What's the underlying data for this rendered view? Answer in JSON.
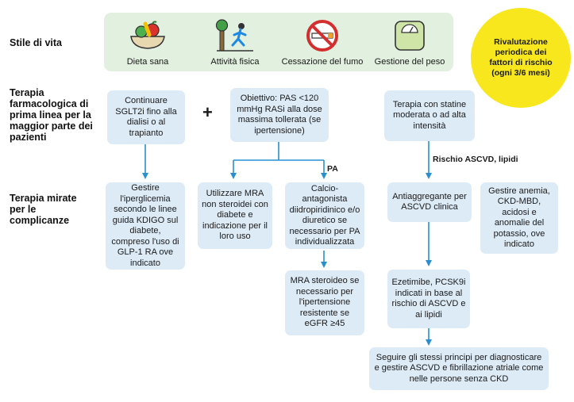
{
  "rows": {
    "lifestyle": "Stile di vita",
    "first_line": "Terapia farmacologica di prima linea per la maggior parte dei pazienti",
    "targeted": "Terapia mirate per le complicanze"
  },
  "lifestyle_items": [
    {
      "label": "Dieta sana",
      "icon": "food-bowl-icon"
    },
    {
      "label": "Attività fisica",
      "icon": "running-person-icon"
    },
    {
      "label": "Cessazione del fumo",
      "icon": "no-smoking-icon"
    },
    {
      "label": "Gestione del peso",
      "icon": "weight-scale-icon"
    }
  ],
  "reassess": "Rivalutazione periodica dei fattori di rischio (ogni 3/6 mesi)",
  "boxes": {
    "sglt2": "Continuare SGLT2i fino alla dialisi o al trapianto",
    "ras": "Obiettivo: PAS <120 mmHg RASi alla dose massima tollerata (se ipertensione)",
    "statins": "Terapia con statine moderata o ad alta intensità",
    "glycemia": "Gestire l'iperglicemia secondo le linee guida KDIGO sul diabete, compreso l'uso di GLP-1 RA ove indicato",
    "mra": "Utilizzare MRA non steroidei con diabete e indicazione per il loro uso",
    "calcium": "Calcio-antagonista diidropiridinico e/o diuretico se necessario per PA individualizzata",
    "antiplatelet": "Antiaggregante per ASCVD clinica",
    "anemia": "Gestire anemia, CKD-MBD, acidosi e anomalie del potassio, ove indicato",
    "mra_steroid": "MRA steroideo se necessario per l'ipertensione resistente se eGFR ≥45",
    "ezetimibe": "Ezetimibe, PCSK9i indicati in base al rischio di ASCVD e ai lipidi",
    "follow": "Seguire gli stessi principi per diagnosticare e gestire ASCVD e fibrillazione atriale come nelle persone senza CKD"
  },
  "plus": "+",
  "labels": {
    "pa": "PA",
    "ascvd": "Rischio ASCVD, lipidi"
  },
  "colors": {
    "lifestyle_bg": "#e2f0df",
    "box_bg": "#ddebf7",
    "arrow": "#2a8fcf",
    "circle": "#f7e71c"
  }
}
